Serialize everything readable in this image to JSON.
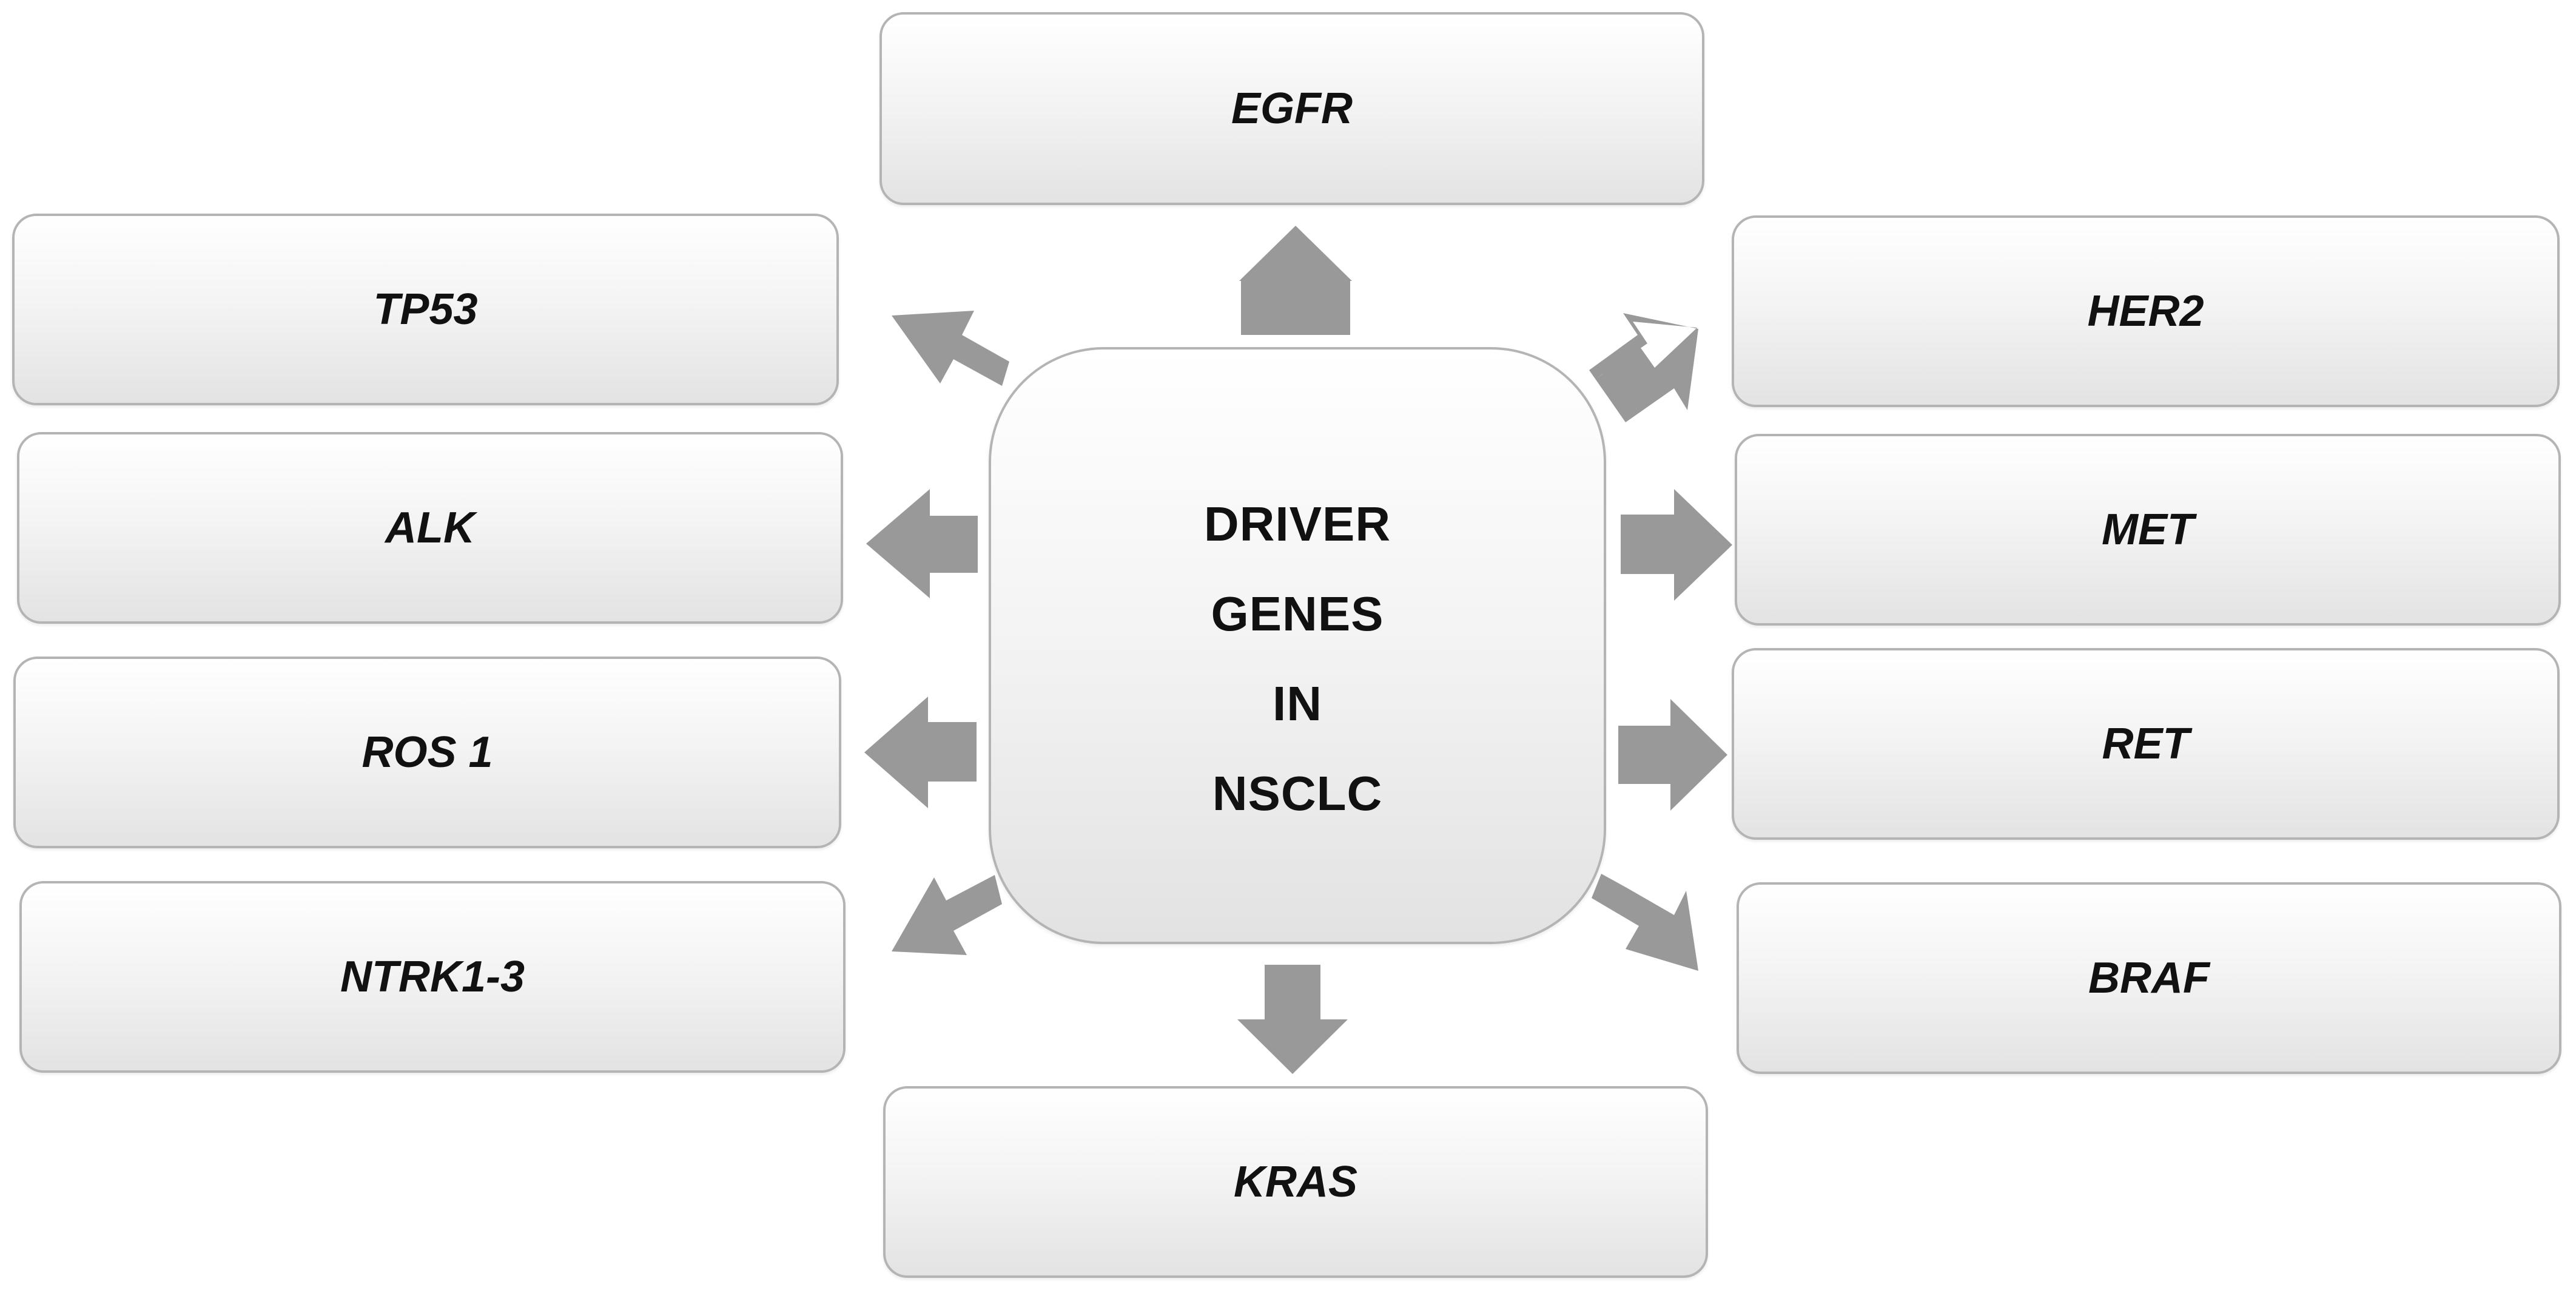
{
  "center": {
    "lines": [
      "DRIVER",
      "GENES",
      "IN",
      "NSCLC"
    ]
  },
  "genes": {
    "egfr": "EGFR",
    "tp53": "TP53",
    "her2": "HER2",
    "alk": "ALK",
    "met": "MET",
    "ros1": "ROS 1",
    "ret": "RET",
    "ntrk": "NTRK1-3",
    "braf": "BRAF",
    "kras": "KRAS"
  },
  "colors": {
    "arrow": "#999999",
    "box_border": "#b4b4b4",
    "text": "#111111"
  }
}
